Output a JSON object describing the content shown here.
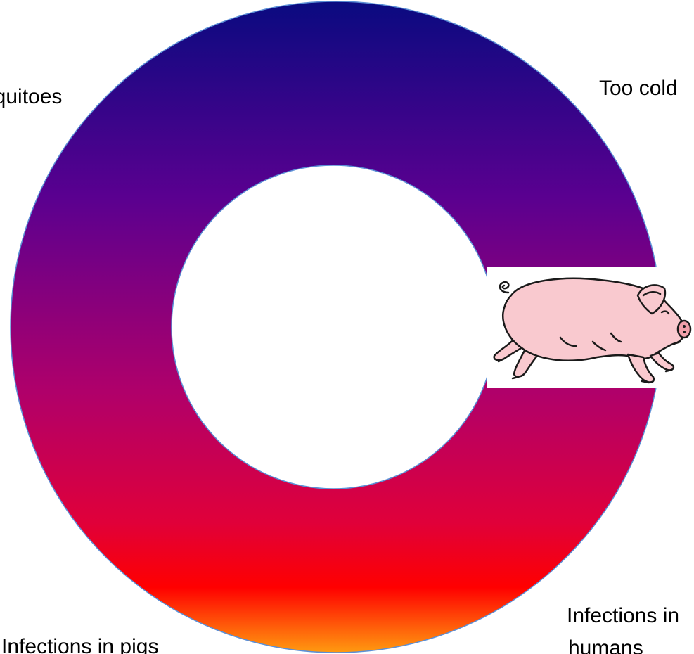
{
  "labels": {
    "top_left": "mosquitoes",
    "top_right": "Too cold",
    "bottom_right_line1": "Infections in",
    "bottom_right_line2": "humans",
    "bottom_left": "Infections in pigs"
  },
  "colors": {
    "ring_top": "#0a0a80",
    "ring_upper_mid": "#5a0090",
    "ring_mid": "#b0006a",
    "ring_lower": "#e0003a",
    "ring_red": "#ff0000",
    "ring_bottom": "#ff9a10",
    "ring_outline": "#5b8fd6",
    "pig_body": "#f9c9cf",
    "pig_outline": "#1a1a1a"
  },
  "icons": {
    "pig": "pig-icon"
  }
}
